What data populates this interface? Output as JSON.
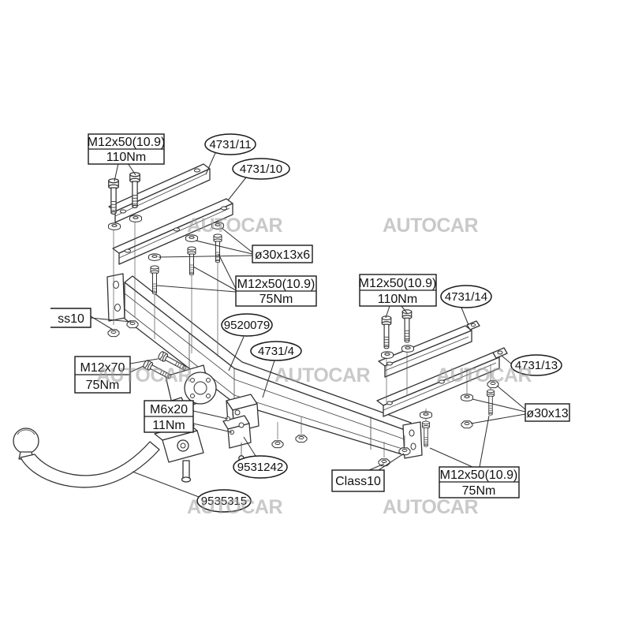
{
  "watermark": {
    "text": "AUTOCAR",
    "color": "#9e9e9e"
  },
  "style": {
    "line_color": "#333333",
    "background": "#ffffff"
  },
  "labels": {
    "boxes": [
      {
        "id": "bolt-spec-top-left",
        "line1": "M12x50(10.9)",
        "line2": "110Nm"
      },
      {
        "id": "washer-spec-left",
        "line1": "ø30x13x6"
      },
      {
        "id": "bolt-spec-left-75",
        "line1": "M12x50(10.9)",
        "line2": "75Nm"
      },
      {
        "id": "class10-left-clipped",
        "line1": "ss10"
      },
      {
        "id": "bolt-spec-m12x70",
        "line1": "M12x70",
        "line2": "75Nm"
      },
      {
        "id": "bolt-spec-m6x20",
        "line1": "M6x20",
        "line2": "11Nm"
      },
      {
        "id": "bolt-spec-right-110",
        "line1": "M12x50(10.9)",
        "line2": "110Nm"
      },
      {
        "id": "washer-spec-right",
        "line1": "ø30x13"
      },
      {
        "id": "class10-bottom",
        "line1": "Class10"
      },
      {
        "id": "bolt-spec-bottom-75",
        "line1": "M12x50(10.9)",
        "line2": "75Nm"
      }
    ],
    "ellipses": [
      {
        "id": "part-4731-11",
        "text": "4731/11"
      },
      {
        "id": "part-4731-10",
        "text": "4731/10"
      },
      {
        "id": "part-9520079",
        "text": "9520079"
      },
      {
        "id": "part-4731-4",
        "text": "4731/4"
      },
      {
        "id": "part-4731-14",
        "text": "4731/14"
      },
      {
        "id": "part-4731-13",
        "text": "4731/13"
      },
      {
        "id": "part-9531242",
        "text": "9531242"
      },
      {
        "id": "part-9535315",
        "text": "9535315"
      }
    ]
  }
}
